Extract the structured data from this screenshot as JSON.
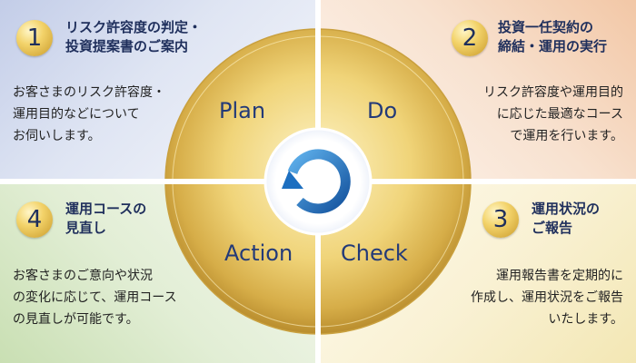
{
  "steps": [
    {
      "number": "1",
      "title_lines": [
        "リスク許容度の判定・",
        "投資提案書のご案内"
      ],
      "body_lines": [
        "お客さまのリスク許容度・",
        "運用目的などについて",
        "お伺いします。"
      ]
    },
    {
      "number": "2",
      "title_lines": [
        "投資一任契約の",
        "締結・運用の実行"
      ],
      "body_lines": [
        "リスク許容度や運用目的",
        "に応じた最適なコース",
        "で運用を行います。"
      ]
    },
    {
      "number": "3",
      "title_lines": [
        "運用状況の",
        "ご報告"
      ],
      "body_lines": [
        "運用報告書を定期的に",
        "作成し、運用状況をご報告",
        "いたします。"
      ]
    },
    {
      "number": "4",
      "title_lines": [
        "運用コースの",
        "見直し"
      ],
      "body_lines": [
        "お客さまのご意向や状況",
        "の変化に応じて、運用コース",
        "の見直しが可能です。"
      ]
    }
  ],
  "cycle": {
    "phases": [
      "Plan",
      "Do",
      "Check",
      "Action"
    ]
  },
  "colors": {
    "title_text": "#1f2f5c",
    "phase_text": "#233a78",
    "arrow_blue": "#1d6fc0",
    "gold_light": "#fbeaa8",
    "gold_dark": "#b98d2e"
  }
}
